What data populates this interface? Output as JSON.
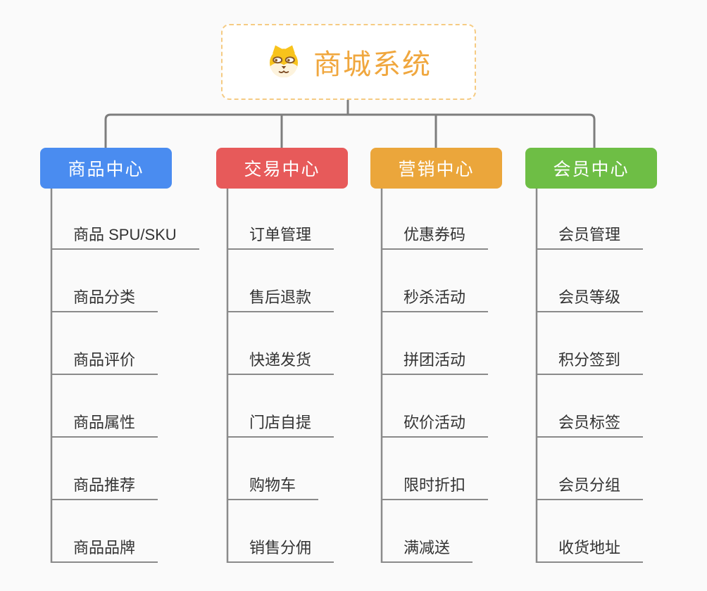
{
  "root": {
    "title": "商城系统",
    "icon": "dog-face",
    "border_color": "#f5cb83",
    "text_color": "#f0a73e"
  },
  "theme": {
    "background": "#fafafa",
    "connector_color": "#7d7d7d",
    "underline_color": "#8a8a8a",
    "leaf_text_color": "#333333"
  },
  "branches": [
    {
      "label": "商品中心",
      "color": "#4a8cf0",
      "children": [
        "商品 SPU/SKU",
        "商品分类",
        "商品评价",
        "商品属性",
        "商品推荐",
        "商品品牌"
      ]
    },
    {
      "label": "交易中心",
      "color": "#e75a5a",
      "children": [
        "订单管理",
        "售后退款",
        "快递发货",
        "门店自提",
        "购物车",
        "销售分佣"
      ]
    },
    {
      "label": "营销中心",
      "color": "#eba63b",
      "children": [
        "优惠券码",
        "秒杀活动",
        "拼团活动",
        "砍价活动",
        "限时折扣",
        "满减送"
      ]
    },
    {
      "label": "会员中心",
      "color": "#6ebe45",
      "children": [
        "会员管理",
        "会员等级",
        "积分签到",
        "会员标签",
        "会员分组",
        "收货地址"
      ]
    }
  ]
}
